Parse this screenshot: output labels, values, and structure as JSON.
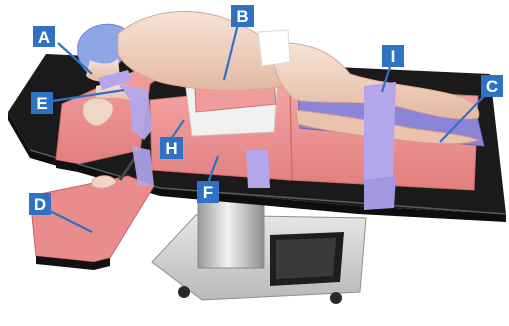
{
  "callouts": [
    {
      "id": "A",
      "text": "A"
    },
    {
      "id": "B",
      "text": "B"
    },
    {
      "id": "C",
      "text": "C"
    },
    {
      "id": "D",
      "text": "D"
    },
    {
      "id": "E",
      "text": "E"
    },
    {
      "id": "F",
      "text": "F"
    },
    {
      "id": "H",
      "text": "H"
    },
    {
      "id": "I",
      "text": "I"
    }
  ],
  "colors": {
    "label_bg": "#2f72c4",
    "label_text": "#ffffff",
    "pad": "#ec8f8f",
    "strap": "#b6a8e8",
    "table_top": "#1c1c1c",
    "column": "#c9c9c9"
  }
}
